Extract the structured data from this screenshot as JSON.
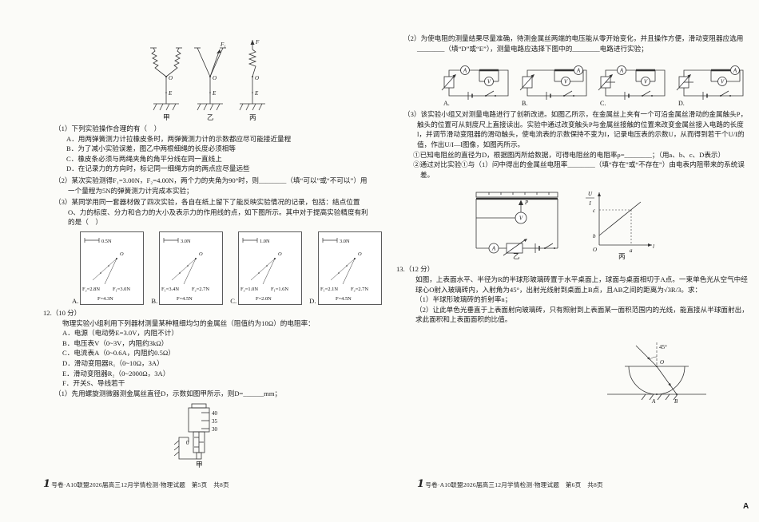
{
  "page5": {
    "fig11": {
      "jia": "甲",
      "yi": "乙",
      "bing": "丙",
      "o": "O",
      "e": "E",
      "f1": "F₁",
      "f": "F"
    },
    "q11": {
      "p1_stem": "（1）下列实验操作合理的有（　）",
      "p1_options": [
        "A．用两弹簧测力计拉橡皮条时，两弹簧测力计的示数都应尽可能接近量程",
        "B．为了减小实验误差，图乙中两根细绳的长度必须相等",
        "C．橡皮条必须与两绳夹角的角平分线在同一直线上",
        "D．在记录力的方向时，标记同一细绳方向的两点应尽量远些"
      ],
      "p2": "（2）某次实验测得F₁=3.00N，F₂=4.00N，两个力的夹角为90°时，则________（填“可以”或“不可以”）用一个量程为5N的弹簧测力计完成本实验；",
      "p3": "（3）某同学用同一套器材做了四次实验，各自在纸上留下了能反映实验情况的记录，包括：结点位置O、力的标度、分力和合力的大小及表示力的作用线的点，如下图所示。其中对于提高实验精度有利的是（　）",
      "boxes": [
        {
          "label": "A.",
          "scale": "0.5N",
          "o": "O",
          "l": "F₂=2.8N",
          "r": "F₁=3.0N",
          "f": "F=4.3N"
        },
        {
          "label": "B.",
          "scale": "3.0N",
          "o": "O",
          "l": "F₁=3.4N",
          "r": "F₂=2.7N",
          "f": "F=4.5N"
        },
        {
          "label": "C.",
          "scale": "1.0N",
          "o": "O",
          "l": "F₂=1.0N",
          "r": "F₁=1.6N",
          "f": "F=2.0N"
        },
        {
          "label": "D.",
          "scale": "3.0N",
          "o": "O",
          "l": "F₁=2.1N",
          "r": "F₂=2.7N",
          "f": "F=4.5N"
        }
      ]
    },
    "q12": {
      "head": "12.（10 分）",
      "intro": "物理实验小组利用下列器材测量某种粗细均匀的金属丝（阻值约为10Ω）的电阻率：",
      "items": [
        "A．电源（电动势E=3.0V，内阻不计）",
        "B．电压表V（0~3V，内阻约3kΩ）",
        "C．电流表A（0~0.6A，内阻约0.5Ω）",
        "D．滑动变阻器R₁（0~10Ω，3A）",
        "E．滑动变阻器R₂（0~2000Ω，3A）",
        "F．开关S、导线若干"
      ],
      "p1": "（1）先用螺旋测微器测金属丝直径D，示数如图甲所示，则D=______mm；",
      "micro": {
        "n40": "40",
        "n35": "35",
        "n30": "30",
        "n0": "0",
        "label": "甲"
      }
    },
    "footer": {
      "brand": "1",
      "text": "号卷·A10联盟2026届高三12月学情检测·物理试题　第5页　共8页"
    }
  },
  "page6": {
    "q12": {
      "p2": "（2）为使电阻的测量结果尽量准确，待测金属丝两端的电压能从零开始变化，并且操作方便，滑动变阻器应选用________（填“D”或“E”），测量电路应选择下图中的________电路进行实验；",
      "circuit_labels": [
        "A.",
        "B.",
        "C.",
        "D."
      ],
      "meter_v": "V",
      "meter_a": "A",
      "p3": "（3）该实验小组又对测量电路进行了创新改进。如图乙所示，在金属丝上夹有一个可沿金属丝滑动的金属触头P，触头的位置可从刻度尺上直接读出。实验中通过改变触头P与金属丝接触的位置来改变金属丝接入电路的长度l，并调节滑动变阻器的滑动触头，使电流表的示数保持不变为I，记录电压表的示数U，从而得到若干个U/I的值，作出U/I—l图像，如图丙所示。",
      "sub1": "①已知电阻丝的直径为D，根据图丙所给数据，可得电阻丝的电阻率ρ=________；（用a、b、c、D表示）",
      "sub2": "②通过对比实验①与（1）问中得出的金属丝电阻率________（填“存在”或“不存在”）由电表内阻带来的系统误差。",
      "fig_yi": {
        "p": "P",
        "label": "乙"
      },
      "fig_bing": {
        "frac_u": "U",
        "frac_i": "I",
        "xlabel": "l",
        "o": "O",
        "a": "a",
        "b": "b",
        "c": "c",
        "label": "丙"
      }
    },
    "q13": {
      "head": "13.（12 分）",
      "intro": "如图，上表面水平、半径为R的半球形玻璃砖置于水平桌面上，球面与桌面相切于A点。一束单色光从空气中经球心O射入玻璃砖内，入射角为45°，出射光线射到桌面上B点，且AB之间的距离为√3R/3。求：",
      "item1": "（1）半球形玻璃砖的折射率n；",
      "item2": "（2）让此单色光垂直于上表面射向玻璃砖，只有照射到上表面某一面积范围内的光线，能直接从半球面射出，求此面积和上表面面积的比值。",
      "fig": {
        "angle": "45°",
        "o": "O",
        "a": "A",
        "b": "B"
      }
    },
    "footer": {
      "brand": "1",
      "text": "号卷·A10联盟2026届高三12月学情检测·物理试题　第6页　共8页"
    }
  },
  "corner_letter": "A"
}
